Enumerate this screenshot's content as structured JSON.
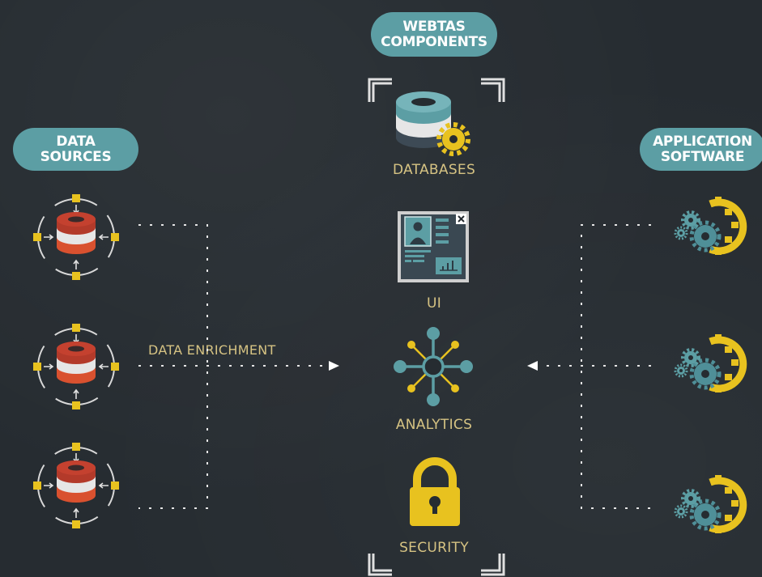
{
  "headers": {
    "webtas": [
      "WEBTAS",
      "COMPONENTS"
    ],
    "data_sources": [
      "DATA",
      "SOURCES"
    ],
    "application_software": [
      "APPLICATION",
      "SOFTWARE"
    ]
  },
  "components": {
    "databases": "DATABASES",
    "ui": "UI",
    "analytics": "ANALYTICS",
    "security": "SECURITY"
  },
  "flow_label": "DATA ENRICHMENT",
  "colors": {
    "pill": "#5c9ea4",
    "label": "#d6c383",
    "yellow": "#e8c21f",
    "teal": "#4f8f98",
    "red": "#c4412f",
    "background": "#262c31"
  }
}
